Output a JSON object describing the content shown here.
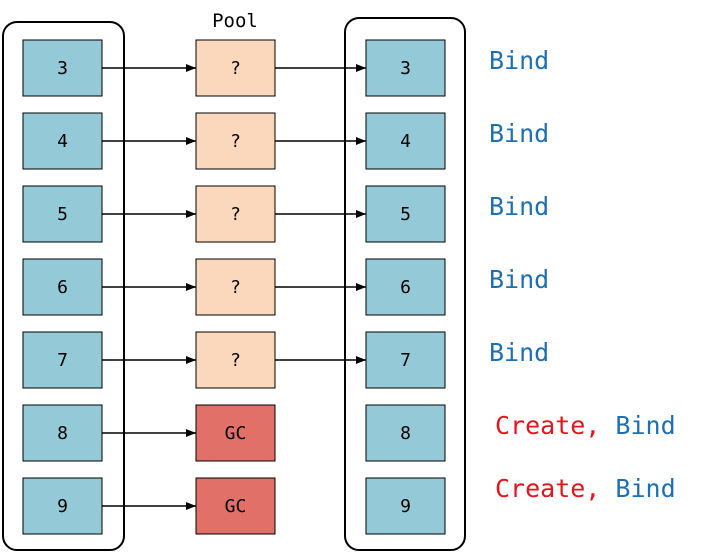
{
  "pool_title": "Pool",
  "colors": {
    "cell_fill": "#94cad7",
    "pool_fill": "#fbd7bc",
    "gc_fill": "#e07068",
    "stroke": "#000000",
    "bind_color": "#1e6fb5",
    "create_color": "#e8141c"
  },
  "rows": [
    {
      "left": "3",
      "pool": "?",
      "pool_kind": "unknown",
      "right": "3",
      "action_create": "",
      "action_bind": "Bind"
    },
    {
      "left": "4",
      "pool": "?",
      "pool_kind": "unknown",
      "right": "4",
      "action_create": "",
      "action_bind": "Bind"
    },
    {
      "left": "5",
      "pool": "?",
      "pool_kind": "unknown",
      "right": "5",
      "action_create": "",
      "action_bind": "Bind"
    },
    {
      "left": "6",
      "pool": "?",
      "pool_kind": "unknown",
      "right": "6",
      "action_create": "",
      "action_bind": "Bind"
    },
    {
      "left": "7",
      "pool": "?",
      "pool_kind": "unknown",
      "right": "7",
      "action_create": "",
      "action_bind": "Bind"
    },
    {
      "left": "8",
      "pool": "GC",
      "pool_kind": "gc",
      "right": "8",
      "action_create": "Create,",
      "action_bind": "Bind"
    },
    {
      "left": "9",
      "pool": "GC",
      "pool_kind": "gc",
      "right": "9",
      "action_create": "Create,",
      "action_bind": "Bind"
    }
  ]
}
